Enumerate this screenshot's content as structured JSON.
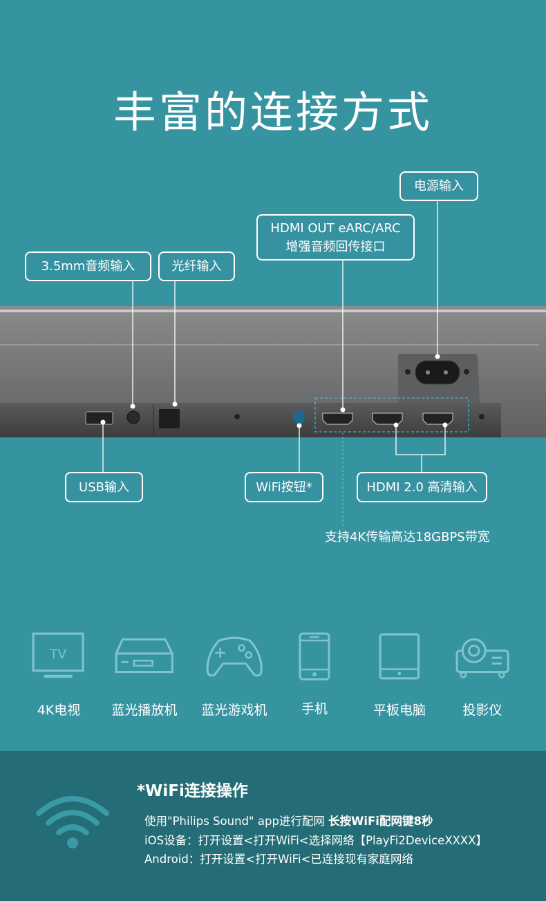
{
  "title": "丰富的连接方式",
  "ports": {
    "power": "电源输入",
    "hdmi_out_line1": "HDMI OUT eARC/ARC",
    "hdmi_out_line2": "增强音频回传接口",
    "aux": "3.5mm音频输入",
    "optical": "光纤输入",
    "usb": "USB输入",
    "wifi": "WiFi按钮*",
    "hdmi_in": "HDMI 2.0 高清输入"
  },
  "hdmi_note": "支持4K传输高达18GBPS带宽",
  "devices": [
    {
      "icon": "tv-icon",
      "label": "4K电视",
      "icon_text": "TV"
    },
    {
      "icon": "bluray-player-icon",
      "label": "蓝光播放机"
    },
    {
      "icon": "gamepad-icon",
      "label": "蓝光游戏机"
    },
    {
      "icon": "phone-icon",
      "label": "手机"
    },
    {
      "icon": "tablet-icon",
      "label": "平板电脑"
    },
    {
      "icon": "projector-icon",
      "label": "投影仪"
    }
  ],
  "wifi": {
    "title": "*WiFi连接操作",
    "line1_a": "使用\"Philips Sound\" app进行配网 ",
    "line1_b": "长按WiFi配网键8秒",
    "line2": "iOS设备：打开设置<打开WiFi<选择网络【PlayFi2DeviceXXXX】",
    "line3": "Android：打开设置<打开WiFi<已连接现有家庭网络"
  },
  "colors": {
    "bg": "#3693a0",
    "band": "#246c76",
    "icon": "#7fc4cc",
    "dash": "#35d0ea"
  }
}
